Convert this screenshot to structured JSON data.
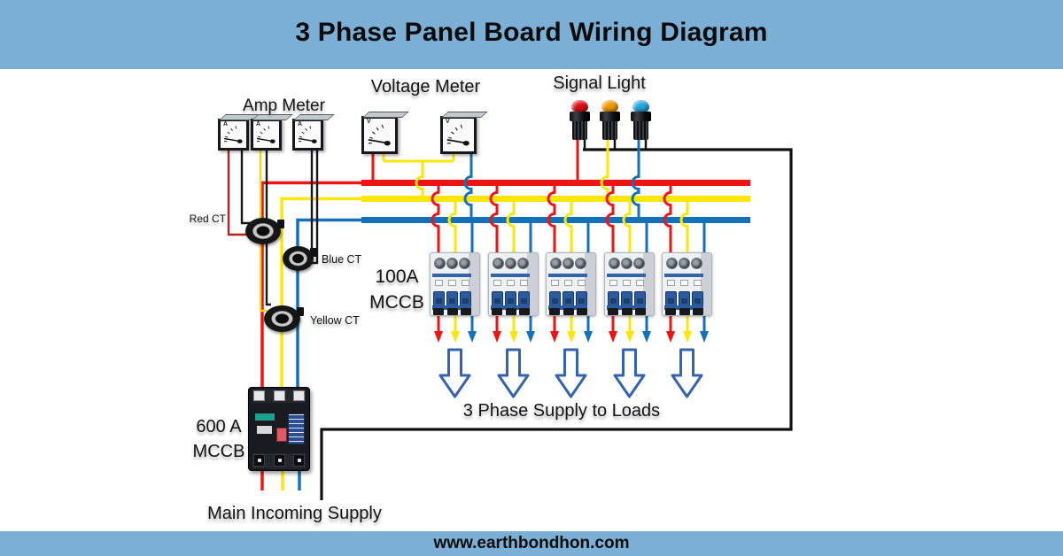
{
  "header": {
    "title": "3 Phase Panel Board Wiring Diagram",
    "band_color": "#7bafd5"
  },
  "footer": {
    "url": "www.earthbondhon.com"
  },
  "labels": {
    "amp_meter": "Amp Meter",
    "voltage_meter": "Voltage Meter",
    "signal_light": "Signal Light",
    "red_ct": "Red CT",
    "blue_ct": "Blue CT",
    "yellow_ct": "Yellow CT",
    "branch_breaker_rating": "100A",
    "branch_breaker_type": "MCCB",
    "main_breaker_rating": "600 A",
    "main_breaker_type": "MCCB",
    "main_incoming": "Main Incoming Supply",
    "loads": "3 Phase Supply to Loads"
  },
  "meters": {
    "amp_letter": "A",
    "volt_letter": "V",
    "amp_count": 3,
    "volt_count": 2
  },
  "signal_lights": [
    {
      "name": "red",
      "color": "#e01117"
    },
    {
      "name": "amber",
      "color": "#f59b00"
    },
    {
      "name": "blue",
      "color": "#28a7e0"
    }
  ],
  "breakers": {
    "branch_count": 5
  },
  "colors": {
    "phase_red": "#ee1414",
    "phase_yellow": "#ffe60a",
    "phase_blue": "#1470b8",
    "neutral_black": "#111111",
    "arrow_outline": "#3563ae",
    "band_blue": "#7bafd5"
  }
}
